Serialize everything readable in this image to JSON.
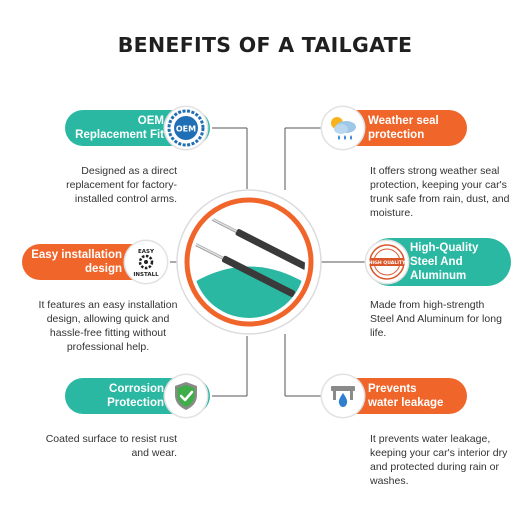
{
  "title": "BENEFITS OF A TAILGATE",
  "colors": {
    "teal": "#2bb8a3",
    "orange": "#f0652a",
    "title": "#1f1f1f",
    "line": "#555555"
  },
  "benefits": [
    {
      "title_lines": [
        "OEM",
        "Replacement Fit"
      ],
      "icon": "oem-badge-icon",
      "icon_text": "OEM",
      "description_lines": [
        "Designed as a direct",
        "replacement for factory-",
        "installed control arms."
      ]
    },
    {
      "title_lines": [
        "Weather seal",
        "protection"
      ],
      "icon": "weather-icon",
      "description_lines": [
        "It offers strong weather seal",
        "protection, keeping your car's",
        "trunk safe from rain, dust, and",
        "moisture."
      ]
    },
    {
      "title_lines": [
        "Easy installation",
        "design"
      ],
      "icon": "easy-install-icon",
      "icon_text_top": "EASY",
      "icon_text_bottom": "INSTALL",
      "description_lines": [
        "It features an easy installation",
        "design, allowing quick and",
        "hassle-free fitting without",
        "professional help."
      ]
    },
    {
      "title_lines": [
        "High-Quality",
        "Steel And",
        "Aluminum"
      ],
      "icon": "high-quality-stamp-icon",
      "icon_text": "HIGH QUALITY",
      "description_lines": [
        "Made from high-strength",
        "Steel And Aluminum for long",
        "life."
      ]
    },
    {
      "title_lines": [
        "Corrosion",
        "Protection"
      ],
      "icon": "shield-check-icon",
      "description_lines": [
        "Coated surface to resist rust",
        "and wear."
      ]
    },
    {
      "title_lines": [
        "Prevents",
        "water leakage"
      ],
      "icon": "water-drop-icon",
      "description_lines": [
        "It prevents water leakage,",
        "keeping your car's interior dry",
        "and protected during rain or",
        "washes."
      ]
    }
  ]
}
